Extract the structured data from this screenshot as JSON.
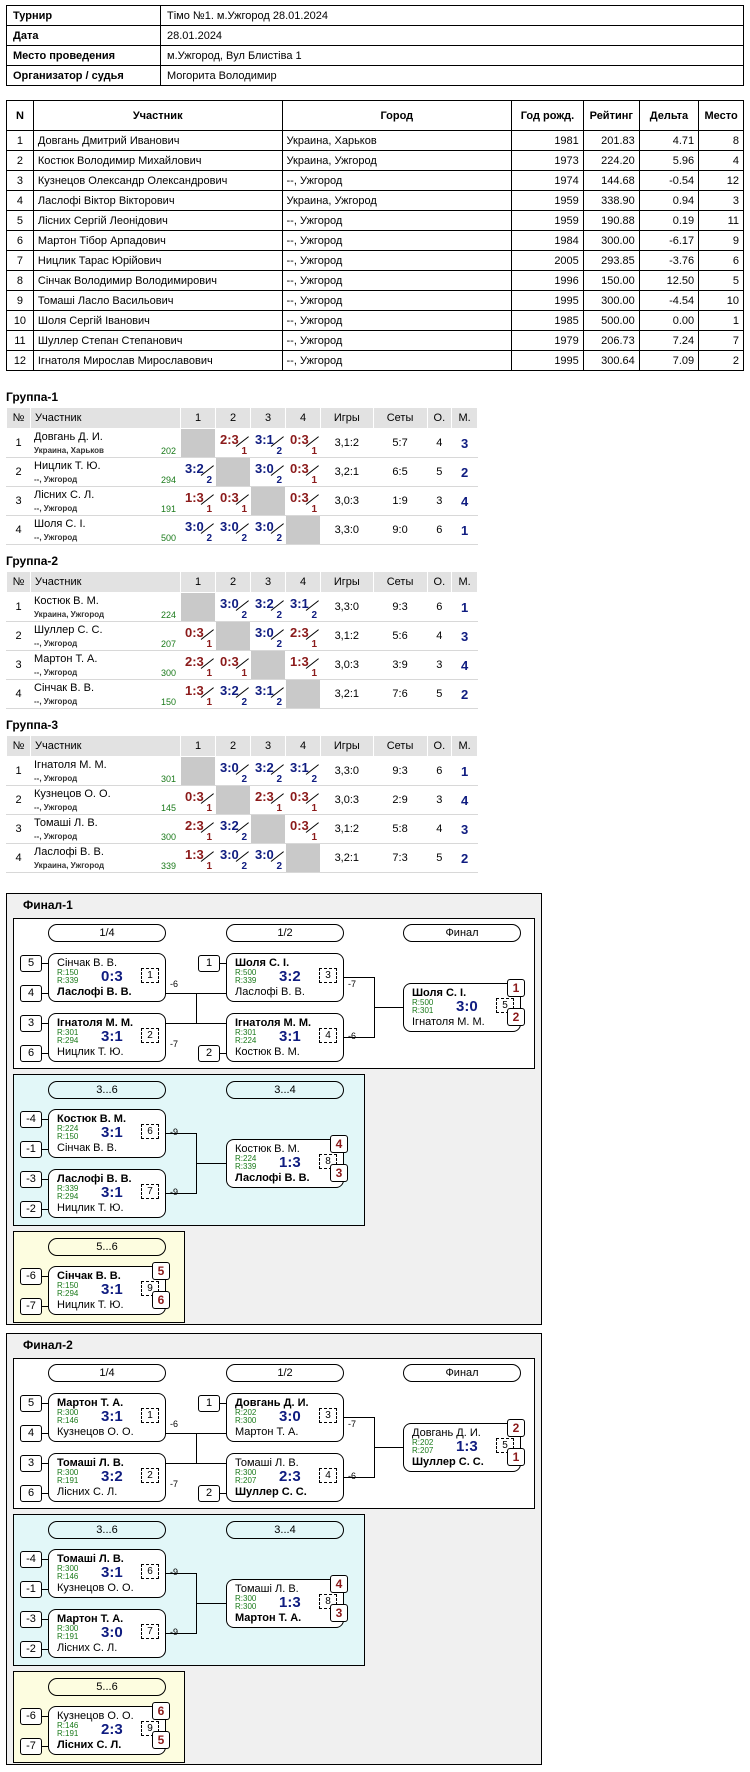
{
  "info": {
    "rows": [
      {
        "label": "Турнир",
        "value": "Тімо №1. м.Ужгород 28.01.2024"
      },
      {
        "label": "Дата",
        "value": "28.01.2024"
      },
      {
        "label": "Место проведения",
        "value": "м.Ужгород, Вул Блистіва 1"
      },
      {
        "label": "Организатор / судья",
        "value": "Могорита Володимир"
      }
    ]
  },
  "participants": {
    "headers": [
      "N",
      "Участник",
      "Город",
      "Год рожд.",
      "Рейтинг",
      "Дельта",
      "Место"
    ],
    "rows": [
      [
        "1",
        "Довгань Дмитрий Иванович",
        "Украина, Харьков",
        "1981",
        "201.83",
        "4.71",
        "8"
      ],
      [
        "2",
        "Костюк Володимир Михайлович",
        "Украина, Ужгород",
        "1973",
        "224.20",
        "5.96",
        "4"
      ],
      [
        "3",
        "Кузнецов Олександр Олександрович",
        "--, Ужгород",
        "1974",
        "144.68",
        "-0.54",
        "12"
      ],
      [
        "4",
        "Ласлофі Віктор Вікторович",
        "Украина, Ужгород",
        "1959",
        "338.90",
        "0.94",
        "3"
      ],
      [
        "5",
        "Лісних Сергій Леонідович",
        "--, Ужгород",
        "1959",
        "190.88",
        "0.19",
        "11"
      ],
      [
        "6",
        "Мартон Тібор Арпадович",
        "--, Ужгород",
        "1984",
        "300.00",
        "-6.17",
        "9"
      ],
      [
        "7",
        "Ницлик Тарас Юрійович",
        "--, Ужгород",
        "2005",
        "293.85",
        "-3.76",
        "6"
      ],
      [
        "8",
        "Сінчак Володимир Володимирович",
        "--, Ужгород",
        "1996",
        "150.00",
        "12.50",
        "5"
      ],
      [
        "9",
        "Томаші Ласло Васильович",
        "--, Ужгород",
        "1995",
        "300.00",
        "-4.54",
        "10"
      ],
      [
        "10",
        "Шоля Сергій Іванович",
        "--, Ужгород",
        "1985",
        "500.00",
        "0.00",
        "1"
      ],
      [
        "11",
        "Шуллер Степан Степанович",
        "--, Ужгород",
        "1979",
        "206.73",
        "7.24",
        "7"
      ],
      [
        "12",
        "Ігнатоля Мирослав Мирославович",
        "--, Ужгород",
        "1995",
        "300.64",
        "7.09",
        "2"
      ]
    ]
  },
  "groups": {
    "headers": [
      "№",
      "Участник",
      "1",
      "2",
      "3",
      "4",
      "Игры",
      "Сеты",
      "О.",
      "М."
    ],
    "list": [
      {
        "title": "Группа-1",
        "rows": [
          {
            "n": "1",
            "name": "Довгань Д. И.",
            "city": "Украина, Харьков",
            "rating": "202",
            "cells": [
              null,
              [
                "2:3",
                "1",
                "l"
              ],
              [
                "3:1",
                "2",
                "w"
              ],
              [
                "0:3",
                "1",
                "l"
              ]
            ],
            "games": "3,1:2",
            "sets": "5:7",
            "pts": "4",
            "place": "3"
          },
          {
            "n": "2",
            "name": "Ницлик Т. Ю.",
            "city": "--, Ужгород",
            "rating": "294",
            "cells": [
              [
                "3:2",
                "2",
                "w"
              ],
              null,
              [
                "3:0",
                "2",
                "w"
              ],
              [
                "0:3",
                "1",
                "l"
              ]
            ],
            "games": "3,2:1",
            "sets": "6:5",
            "pts": "5",
            "place": "2"
          },
          {
            "n": "3",
            "name": "Лісних С. Л.",
            "city": "--, Ужгород",
            "rating": "191",
            "cells": [
              [
                "1:3",
                "1",
                "l"
              ],
              [
                "0:3",
                "1",
                "l"
              ],
              null,
              [
                "0:3",
                "1",
                "l"
              ]
            ],
            "games": "3,0:3",
            "sets": "1:9",
            "pts": "3",
            "place": "4"
          },
          {
            "n": "4",
            "name": "Шоля С. І.",
            "city": "--, Ужгород",
            "rating": "500",
            "cells": [
              [
                "3:0",
                "2",
                "w"
              ],
              [
                "3:0",
                "2",
                "w"
              ],
              [
                "3:0",
                "2",
                "w"
              ],
              null
            ],
            "games": "3,3:0",
            "sets": "9:0",
            "pts": "6",
            "place": "1"
          }
        ]
      },
      {
        "title": "Группа-2",
        "rows": [
          {
            "n": "1",
            "name": "Костюк В. М.",
            "city": "Украина, Ужгород",
            "rating": "224",
            "cells": [
              null,
              [
                "3:0",
                "2",
                "w"
              ],
              [
                "3:2",
                "2",
                "w"
              ],
              [
                "3:1",
                "2",
                "w"
              ]
            ],
            "games": "3,3:0",
            "sets": "9:3",
            "pts": "6",
            "place": "1"
          },
          {
            "n": "2",
            "name": "Шуллер С. С.",
            "city": "--, Ужгород",
            "rating": "207",
            "cells": [
              [
                "0:3",
                "1",
                "l"
              ],
              null,
              [
                "3:0",
                "2",
                "w"
              ],
              [
                "2:3",
                "1",
                "l"
              ]
            ],
            "games": "3,1:2",
            "sets": "5:6",
            "pts": "4",
            "place": "3"
          },
          {
            "n": "3",
            "name": "Мартон Т. А.",
            "city": "--, Ужгород",
            "rating": "300",
            "cells": [
              [
                "2:3",
                "1",
                "l"
              ],
              [
                "0:3",
                "1",
                "l"
              ],
              null,
              [
                "1:3",
                "1",
                "l"
              ]
            ],
            "games": "3,0:3",
            "sets": "3:9",
            "pts": "3",
            "place": "4"
          },
          {
            "n": "4",
            "name": "Сінчак В. В.",
            "city": "--, Ужгород",
            "rating": "150",
            "cells": [
              [
                "1:3",
                "1",
                "l"
              ],
              [
                "3:2",
                "2",
                "w"
              ],
              [
                "3:1",
                "2",
                "w"
              ],
              null
            ],
            "games": "3,2:1",
            "sets": "7:6",
            "pts": "5",
            "place": "2"
          }
        ]
      },
      {
        "title": "Группа-3",
        "rows": [
          {
            "n": "1",
            "name": "Ігнатоля М. М.",
            "city": "--, Ужгород",
            "rating": "301",
            "cells": [
              null,
              [
                "3:0",
                "2",
                "w"
              ],
              [
                "3:2",
                "2",
                "w"
              ],
              [
                "3:1",
                "2",
                "w"
              ]
            ],
            "games": "3,3:0",
            "sets": "9:3",
            "pts": "6",
            "place": "1"
          },
          {
            "n": "2",
            "name": "Кузнецов О. О.",
            "city": "--, Ужгород",
            "rating": "145",
            "cells": [
              [
                "0:3",
                "1",
                "l"
              ],
              null,
              [
                "2:3",
                "1",
                "l"
              ],
              [
                "0:3",
                "1",
                "l"
              ]
            ],
            "games": "3,0:3",
            "sets": "2:9",
            "pts": "3",
            "place": "4"
          },
          {
            "n": "3",
            "name": "Томаші Л. В.",
            "city": "--, Ужгород",
            "rating": "300",
            "cells": [
              [
                "2:3",
                "1",
                "l"
              ],
              [
                "3:2",
                "2",
                "w"
              ],
              null,
              [
                "0:3",
                "1",
                "l"
              ]
            ],
            "games": "3,1:2",
            "sets": "5:8",
            "pts": "4",
            "place": "3"
          },
          {
            "n": "4",
            "name": "Ласлофі В. В.",
            "city": "Украина, Ужгород",
            "rating": "339",
            "cells": [
              [
                "1:3",
                "1",
                "l"
              ],
              [
                "3:0",
                "2",
                "w"
              ],
              [
                "3:0",
                "2",
                "w"
              ],
              null
            ],
            "games": "3,2:1",
            "sets": "7:3",
            "pts": "5",
            "place": "2"
          }
        ]
      }
    ]
  },
  "finals": [
    {
      "title": "Финал-1",
      "headers": {
        "r14": "1/4",
        "r12": "1/2",
        "final": "Финал",
        "r36": "3...6",
        "r34": "3...4",
        "r56": "5...6"
      },
      "m1": {
        "top": "Сінчак В. В.",
        "bot": "Ласлофі В. В.",
        "r1": "R:150",
        "r2": "R:339",
        "score": "0:3",
        "num": "1",
        "win": "bot",
        "s1": "5",
        "s2": "4",
        "loss": "-6"
      },
      "m2": {
        "top": "Ігнатоля М. М.",
        "bot": "Ницлик Т. Ю.",
        "r1": "R:301",
        "r2": "R:294",
        "score": "3:1",
        "num": "2",
        "win": "top",
        "s1": "3",
        "s2": "6",
        "loss": "-7"
      },
      "m3": {
        "top": "Шоля С. І.",
        "bot": "Ласлофі В. В.",
        "r1": "R:500",
        "r2": "R:339",
        "score": "3:2",
        "num": "3",
        "win": "top",
        "s1": "1",
        "loss": "-7"
      },
      "m4": {
        "top": "Ігнатоля М. М.",
        "bot": "Костюк В. М.",
        "r1": "R:301",
        "r2": "R:224",
        "score": "3:1",
        "num": "4",
        "win": "top",
        "s2": "2",
        "loss": "-6"
      },
      "m5": {
        "top": "Шоля С. І.",
        "bot": "Ігнатоля М. М.",
        "r1": "R:500",
        "r2": "R:301",
        "score": "3:0",
        "num": "5",
        "win": "top",
        "p1": "1",
        "p2": "2"
      },
      "m6": {
        "top": "Костюк В. М.",
        "bot": "Сінчак В. В.",
        "r1": "R:224",
        "r2": "R:150",
        "score": "3:1",
        "num": "6",
        "win": "top",
        "s1": "-4",
        "s2": "-1",
        "loss": "-9"
      },
      "m7": {
        "top": "Ласлофі В. В.",
        "bot": "Ницлик Т. Ю.",
        "r1": "R:339",
        "r2": "R:294",
        "score": "3:1",
        "num": "7",
        "win": "top",
        "s1": "-3",
        "s2": "-2",
        "loss": "-9"
      },
      "m8": {
        "top": "Костюк В. М.",
        "bot": "Ласлофі В. В.",
        "r1": "R:224",
        "r2": "R:339",
        "score": "1:3",
        "num": "8",
        "win": "bot",
        "p1": "4",
        "p2": "3"
      },
      "m9": {
        "top": "Сінчак В. В.",
        "bot": "Ницлик Т. Ю.",
        "r1": "R:150",
        "r2": "R:294",
        "score": "3:1",
        "num": "9",
        "win": "top",
        "s1": "-6",
        "s2": "-7",
        "p1": "5",
        "p2": "6"
      }
    },
    {
      "title": "Финал-2",
      "headers": {
        "r14": "1/4",
        "r12": "1/2",
        "final": "Финал",
        "r36": "3...6",
        "r34": "3...4",
        "r56": "5...6"
      },
      "m1": {
        "top": "Мартон Т. А.",
        "bot": "Кузнецов О. О.",
        "r1": "R:300",
        "r2": "R:146",
        "score": "3:1",
        "num": "1",
        "win": "top",
        "s1": "5",
        "s2": "4",
        "loss": "-6"
      },
      "m2": {
        "top": "Томаші Л. В.",
        "bot": "Лісних С. Л.",
        "r1": "R:300",
        "r2": "R:191",
        "score": "3:2",
        "num": "2",
        "win": "top",
        "s1": "3",
        "s2": "6",
        "loss": "-7"
      },
      "m3": {
        "top": "Довгань Д. И.",
        "bot": "Мартон Т. А.",
        "r1": "R:202",
        "r2": "R:300",
        "score": "3:0",
        "num": "3",
        "win": "top",
        "s1": "1",
        "loss": "-7"
      },
      "m4": {
        "top": "Томаші Л. В.",
        "bot": "Шуллер С. С.",
        "r1": "R:300",
        "r2": "R:207",
        "score": "2:3",
        "num": "4",
        "win": "bot",
        "s2": "2",
        "loss": "-6"
      },
      "m5": {
        "top": "Довгань Д. И.",
        "bot": "Шуллер С. С.",
        "r1": "R:202",
        "r2": "R:207",
        "score": "1:3",
        "num": "5",
        "win": "bot",
        "p1": "2",
        "p2": "1"
      },
      "m6": {
        "top": "Томаші Л. В.",
        "bot": "Кузнецов О. О.",
        "r1": "R:300",
        "r2": "R:146",
        "score": "3:1",
        "num": "6",
        "win": "top",
        "s1": "-4",
        "s2": "-1",
        "loss": "-9"
      },
      "m7": {
        "top": "Мартон Т. А.",
        "bot": "Лісних С. Л.",
        "r1": "R:300",
        "r2": "R:191",
        "score": "3:0",
        "num": "7",
        "win": "top",
        "s1": "-3",
        "s2": "-2",
        "loss": "-9"
      },
      "m8": {
        "top": "Томаші Л. В.",
        "bot": "Мартон Т. А.",
        "r1": "R:300",
        "r2": "R:300",
        "score": "1:3",
        "num": "8",
        "win": "bot",
        "p1": "4",
        "p2": "3"
      },
      "m9": {
        "top": "Кузнецов О. О.",
        "bot": "Лісних С. Л.",
        "r1": "R:146",
        "r2": "R:191",
        "score": "2:3",
        "num": "9",
        "win": "bot",
        "s1": "-6",
        "s2": "-7",
        "p1": "6",
        "p2": "5"
      }
    }
  ]
}
